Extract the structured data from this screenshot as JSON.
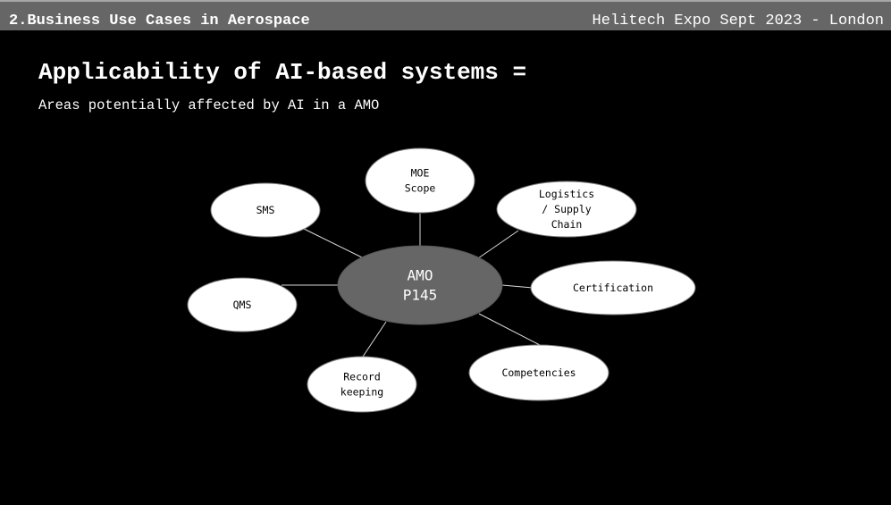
{
  "header": {
    "section_title": "2.Business Use Cases in Aerospace",
    "event_title": "Helitech Expo Sept 2023 - London"
  },
  "slide": {
    "title": "Applicability of AI-based systems =",
    "subtitle": "Areas potentially affected by AI in a AMO"
  },
  "diagram": {
    "center": {
      "lines": [
        "AMO",
        "P145"
      ],
      "fill": "#666666"
    },
    "nodes": [
      {
        "id": "moe-scope",
        "lines": [
          "MOE",
          "Scope"
        ]
      },
      {
        "id": "sms",
        "lines": [
          "SMS"
        ]
      },
      {
        "id": "logistics",
        "lines": [
          "Logistics",
          "/ Supply",
          "Chain"
        ]
      },
      {
        "id": "qms",
        "lines": [
          "QMS"
        ]
      },
      {
        "id": "certification",
        "lines": [
          "Certification"
        ]
      },
      {
        "id": "record-keeping",
        "lines": [
          "Record",
          "keeping"
        ]
      },
      {
        "id": "competencies",
        "lines": [
          "Competencies"
        ]
      }
    ],
    "colors": {
      "node_fill": "#ffffff",
      "node_stroke": "#7f7f7f",
      "edge": "#d9d9d9"
    }
  }
}
